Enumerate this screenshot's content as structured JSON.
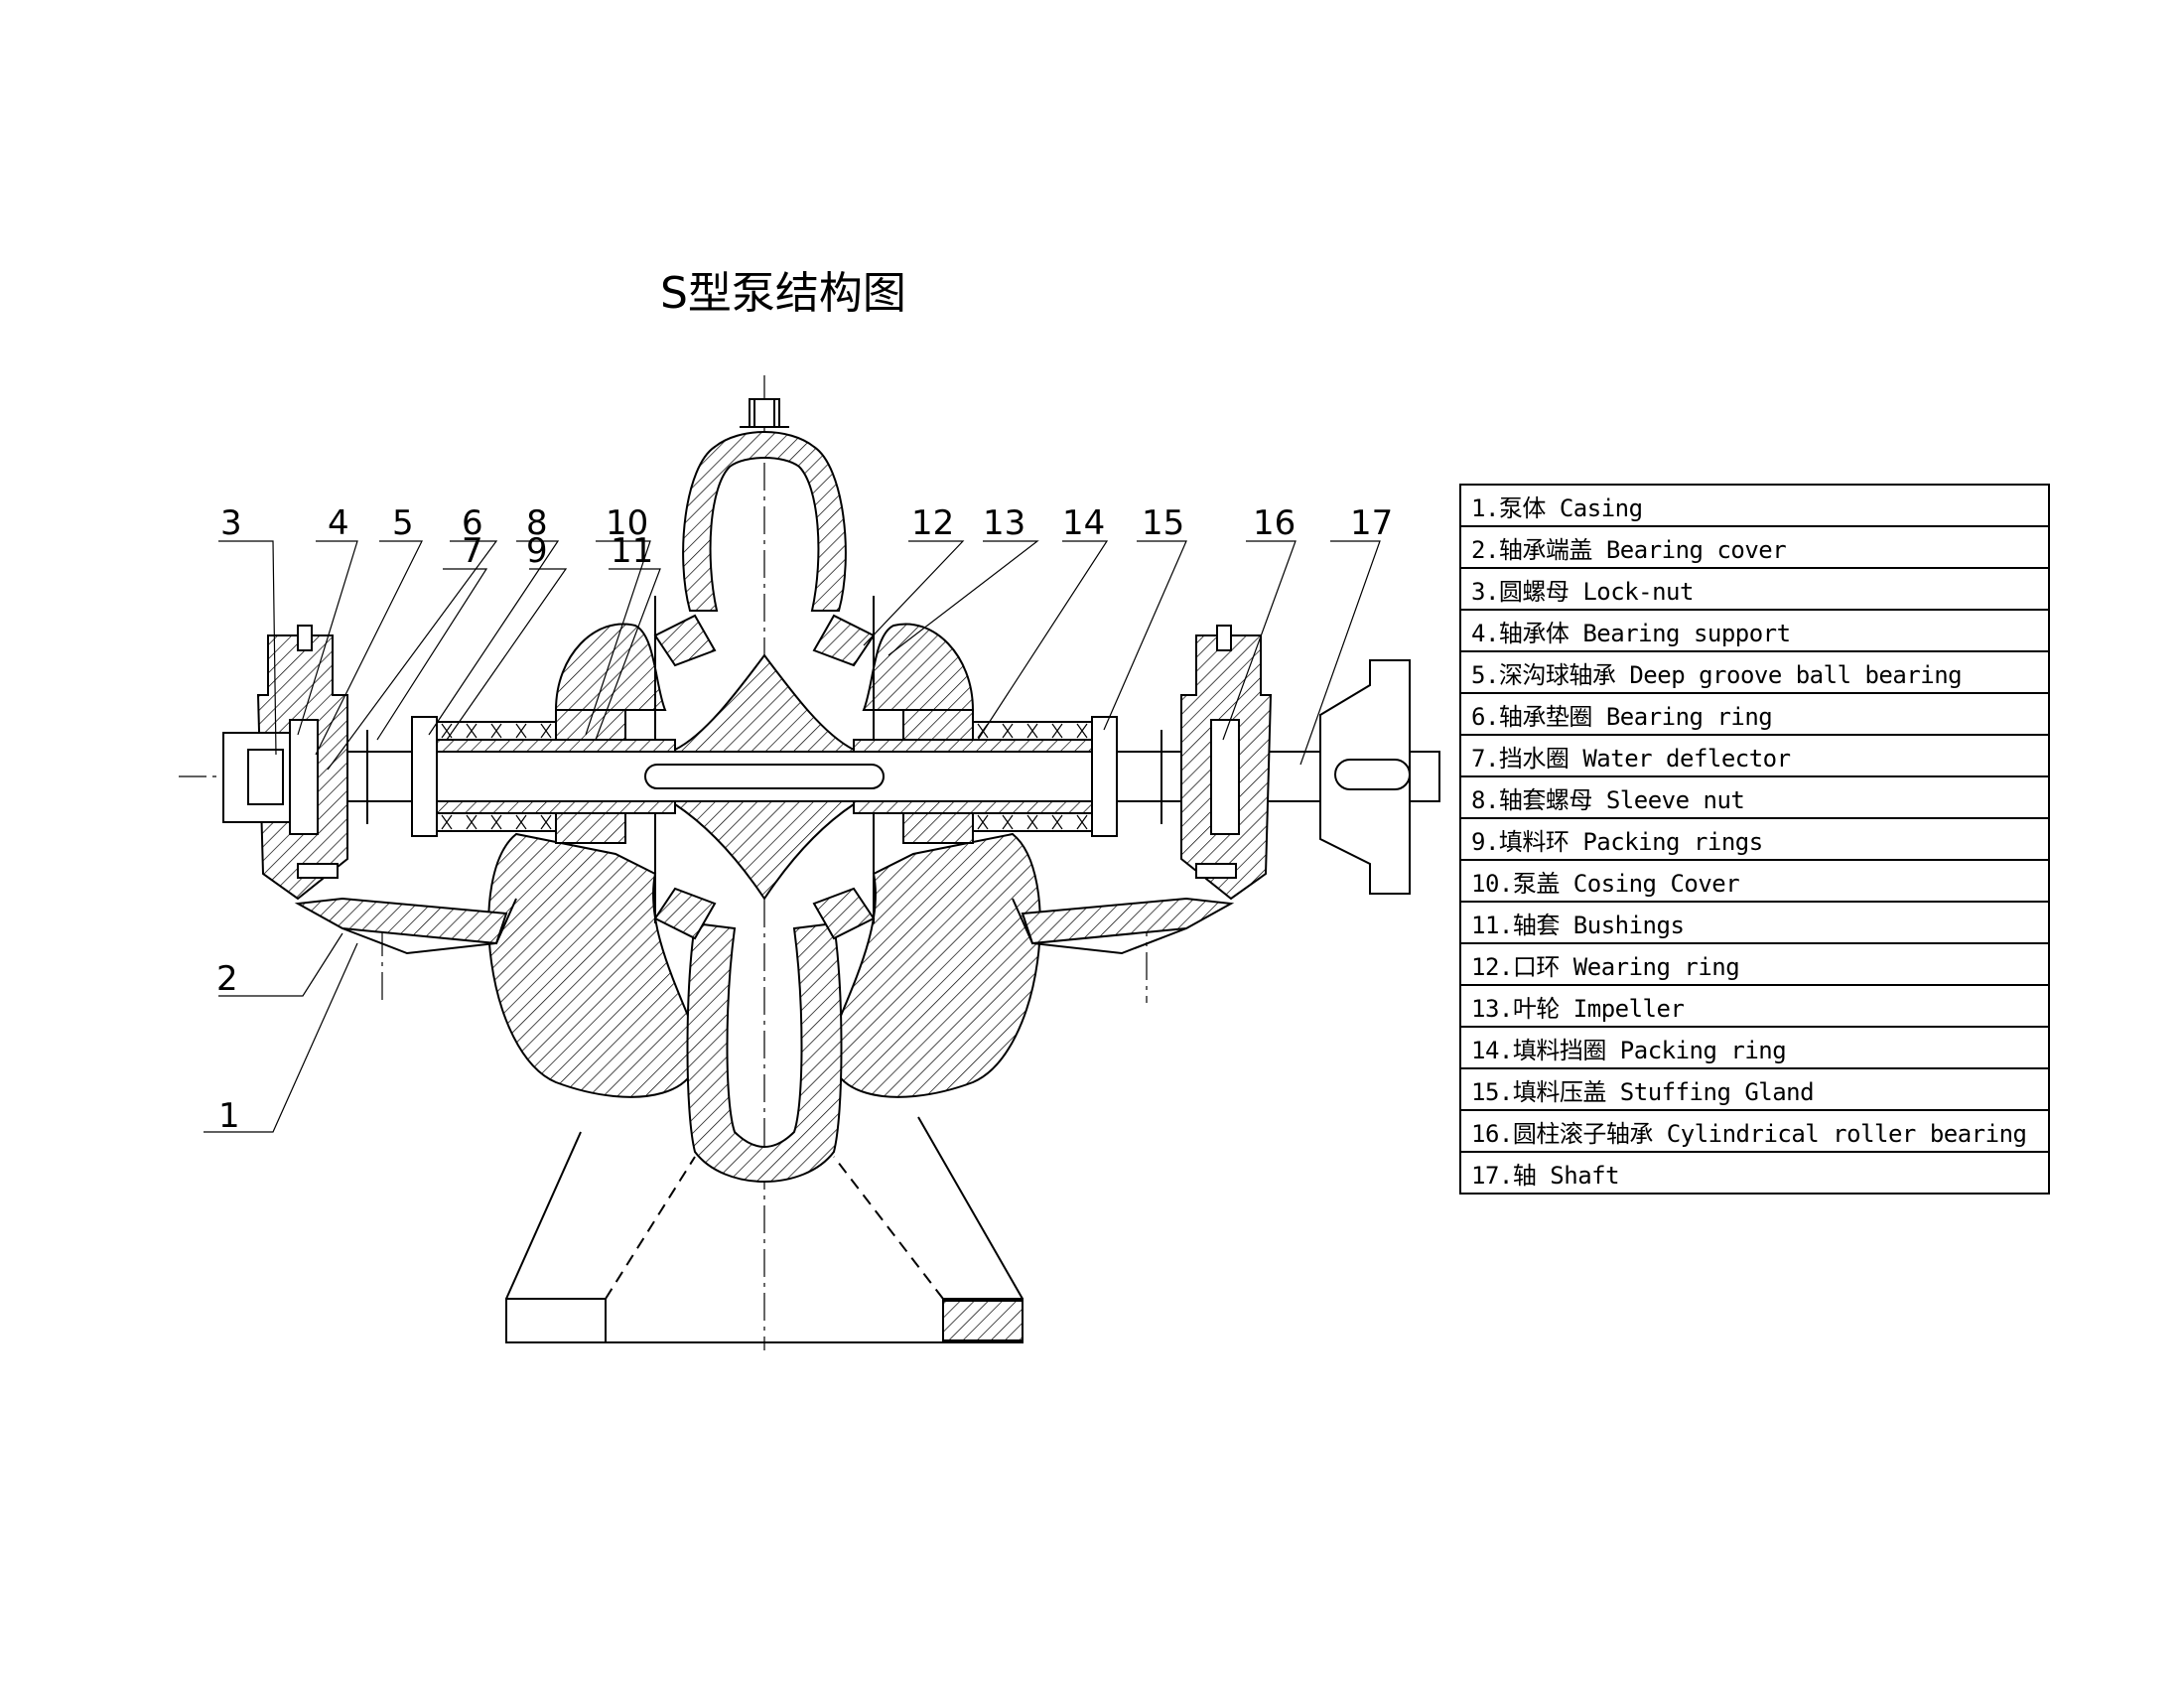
{
  "title": "S型泵结构图",
  "callouts": [
    "1",
    "2",
    "3",
    "4",
    "5",
    "6",
    "7",
    "8",
    "9",
    "10",
    "11",
    "12",
    "13",
    "14",
    "15",
    "16",
    "17"
  ],
  "legend": [
    "1.泵体 Casing",
    "2.轴承端盖 Bearing cover",
    "3.圆螺母 Lock-nut",
    "4.轴承体 Bearing support",
    "5.深沟球轴承 Deep groove ball bearing",
    "6.轴承垫圈 Bearing ring",
    "7.挡水圈 Water deflector",
    "8.轴套螺母 Sleeve nut",
    "9.填料环 Packing rings",
    "10.泵盖 Cosing Cover",
    "11.轴套 Bushings",
    "12.口环 Wearing ring",
    "13.叶轮 Impeller",
    "14.填料挡圈 Packing ring",
    "15.填料压盖 Stuffing Gland",
    "16.圆柱滚子轴承 Cylindrical roller bearing",
    "17.轴 Shaft"
  ]
}
